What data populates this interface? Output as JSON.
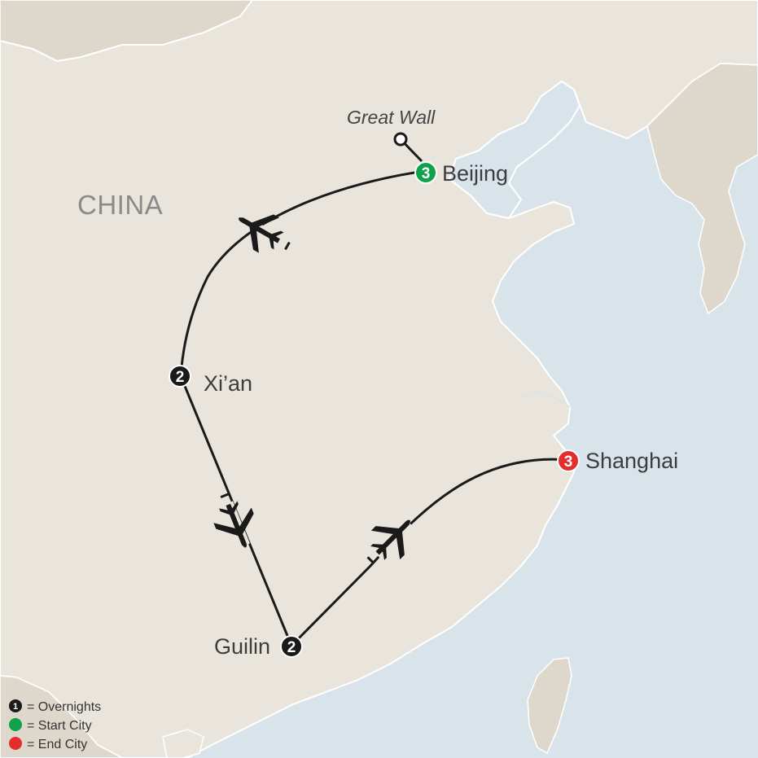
{
  "map": {
    "country_label": "CHINA",
    "poi": {
      "label": "Great Wall"
    },
    "cities": [
      {
        "key": "beijing",
        "label": "Beijing",
        "nights": "3",
        "role": "start"
      },
      {
        "key": "xian",
        "label": "Xi’an",
        "nights": "2",
        "role": "stop"
      },
      {
        "key": "guilin",
        "label": "Guilin",
        "nights": "2",
        "role": "stop"
      },
      {
        "key": "shanghai",
        "label": "Shanghai",
        "nights": "3",
        "role": "end"
      }
    ],
    "route": [
      {
        "from": "Beijing",
        "to": "Xi’an",
        "mode": "flight"
      },
      {
        "from": "Xi’an",
        "to": "Guilin",
        "mode": "flight"
      },
      {
        "from": "Guilin",
        "to": "Shanghai",
        "mode": "flight"
      }
    ]
  },
  "legend": {
    "overnights": {
      "num": "1",
      "label": "= Overnights"
    },
    "start_city": {
      "label": "= Start City"
    },
    "end_city": {
      "label": "= End City"
    }
  },
  "colors": {
    "water": "#d9e4ea",
    "land": "#e9e5dc",
    "neighbor_land": "#ddd8cb",
    "coast": "#ffffff",
    "route": "#1a1a1a",
    "start": "#10a14b",
    "end": "#e42d2d",
    "overnight": "#1a1a1a"
  }
}
